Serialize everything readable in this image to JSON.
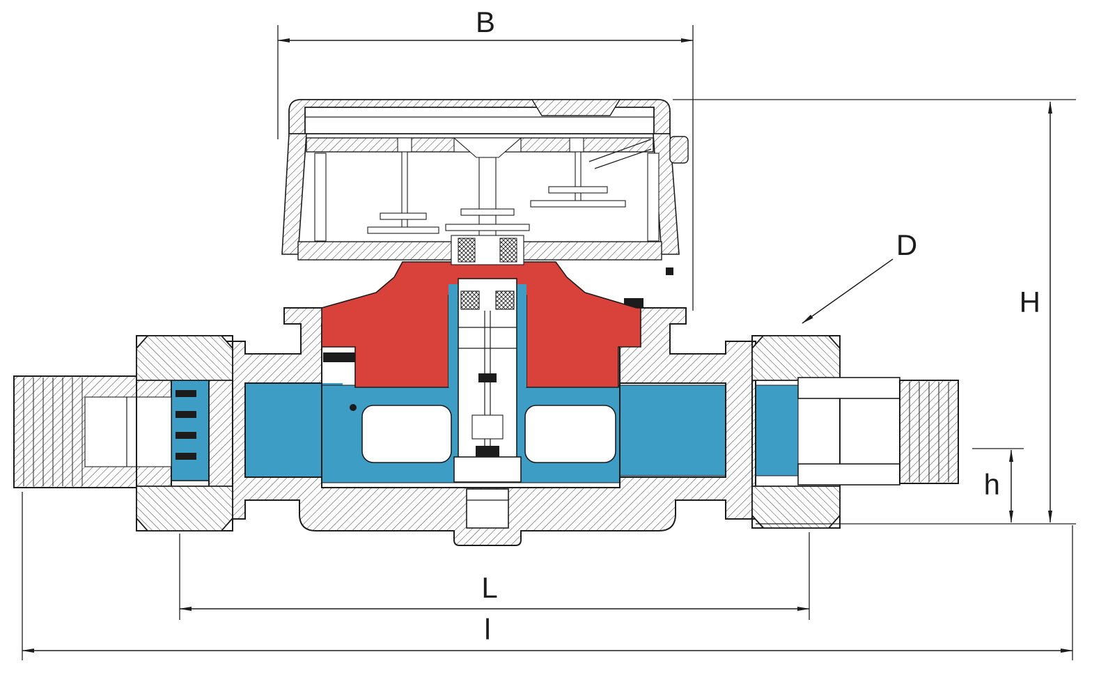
{
  "labels": {
    "B": "B",
    "D": "D",
    "H": "H",
    "h": "h",
    "L": "L",
    "l": "l"
  },
  "colors": {
    "line": "#1c1c1c",
    "water_blue": "#3E9DC5",
    "chamber_red": "#D8423A",
    "background": "#FFFFFF"
  }
}
